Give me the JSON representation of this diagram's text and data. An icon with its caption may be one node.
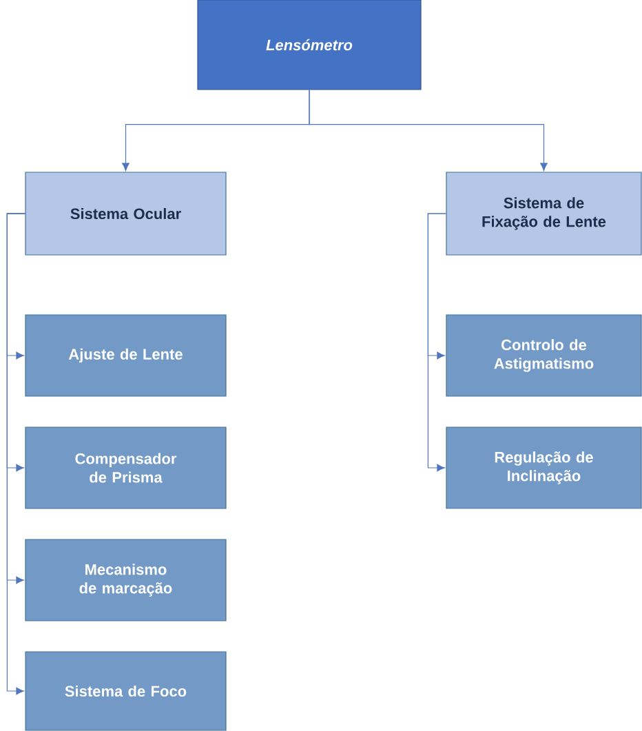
{
  "diagram": {
    "nodes": [
      {
        "text": [
          "Lensómetro"
        ]
      },
      {
        "text": [
          "Sistema Ocular"
        ]
      },
      {
        "text": [
          "Sistema de Fixação de Lente"
        ]
      },
      {
        "text": [
          "Ajuste de Lente"
        ]
      },
      {
        "text": [
          "Compensador de Prisma"
        ]
      },
      {
        "text": [
          "Mecanismo de marcação"
        ]
      },
      {
        "text": [
          "Sistema de Foco"
        ]
      },
      {
        "text": [
          "Controlo de Astigmatismo"
        ]
      },
      {
        "text": [
          "Regulação de Inclinação"
        ]
      }
    ],
    "edges": [
      {
        "from": 0,
        "to": 1,
        "arrow": "to"
      },
      {
        "from": 0,
        "to": 2,
        "arrow": "to"
      },
      {
        "from": 1,
        "to": 3,
        "arrow": "to"
      },
      {
        "from": 1,
        "to": 4,
        "arrow": "to"
      },
      {
        "from": 1,
        "to": 5,
        "arrow": "to"
      },
      {
        "from": 1,
        "to": 6,
        "arrow": "to"
      },
      {
        "from": 2,
        "to": 7,
        "arrow": "to"
      },
      {
        "from": 2,
        "to": 8,
        "arrow": "to"
      }
    ]
  }
}
